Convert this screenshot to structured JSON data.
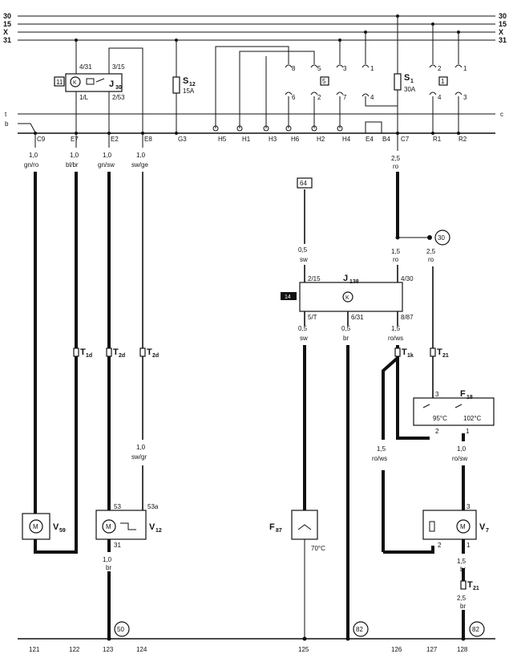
{
  "rails_top": [
    "30",
    "15",
    "X",
    "31"
  ],
  "rails_left": {
    "top": [
      "30",
      "15",
      "X",
      "31"
    ],
    "aux": [
      "t",
      "b"
    ]
  },
  "rail_aux_right": "c",
  "relay_j30": {
    "name": "J",
    "sub": "30",
    "slot": "11",
    "pins": [
      "4/31",
      "3/15",
      "1/L",
      "2/53"
    ]
  },
  "fuse_s12": {
    "name": "S",
    "sub": "12",
    "rating": "15A"
  },
  "fuse_s1": {
    "name": "S",
    "sub": "1",
    "rating": "30A"
  },
  "slot_5": "5",
  "slot_1": "1",
  "relay_contacts": [
    "8",
    "5",
    "3",
    "1",
    "6",
    "2",
    "7",
    "4",
    "2",
    "1",
    "4",
    "3"
  ],
  "bus_terminals": [
    "C9",
    "E7",
    "E2",
    "E8",
    "G3",
    "H5",
    "H1",
    "H3",
    "H6",
    "H2",
    "H4",
    "E4",
    "B4",
    "C7",
    "R1",
    "R2"
  ],
  "wires": {
    "c121": {
      "size": "1,0",
      "color": "gn/ro"
    },
    "c122": {
      "size": "1,0",
      "color": "bl/br"
    },
    "c123": {
      "size": "1,0",
      "color": "gn/sw"
    },
    "c124": {
      "size": "1,0",
      "color": "sw/ge"
    },
    "c124_lower": {
      "size": "1,0",
      "color": "sw/gr"
    },
    "c123_lower": {
      "size": "1,0",
      "color": "br"
    },
    "c126_top": {
      "size": "2,5",
      "color": "ro"
    },
    "c126_mid": {
      "size": "1,5",
      "color": "ro"
    },
    "c127_top": {
      "size": "2,5",
      "color": "ro"
    },
    "j138_in_left": {
      "size": "0,5",
      "color": "sw"
    },
    "j138_out_left": {
      "size": "0,5",
      "color": "sw"
    },
    "j138_out_mid": {
      "size": "0,5",
      "color": "br"
    },
    "j138_out_right": {
      "size": "1,5",
      "color": "ro/ws"
    },
    "c126_lower": {
      "size": "1,5",
      "color": "ro/ws"
    },
    "f18_out": {
      "size": "1,0",
      "color": "ro/sw"
    },
    "v7_out": {
      "size": "1,5",
      "color": "br"
    },
    "c128_lower": {
      "size": "2,5",
      "color": "br"
    }
  },
  "connectors": {
    "t1d": {
      "name": "T",
      "sub": "1d"
    },
    "t2d_a": {
      "name": "T",
      "sub": "2d"
    },
    "t2d_b": {
      "name": "T",
      "sub": "2d"
    },
    "t1k": {
      "name": "T",
      "sub": "1k"
    },
    "t21_a": {
      "name": "T",
      "sub": "21"
    },
    "t21_b": {
      "name": "T",
      "sub": "21"
    }
  },
  "box_64": "64",
  "ref_30": "30",
  "ref_50": "50",
  "ref_82_a": "82",
  "ref_82_b": "82",
  "j138": {
    "name": "J",
    "sub": "138",
    "tag": "14",
    "pins": [
      "2/15",
      "4/30",
      "5/T",
      "6/31",
      "8/87"
    ]
  },
  "f18": {
    "name": "F",
    "sub": "18",
    "pins": [
      "3",
      "2",
      "1"
    ],
    "t1": "95°C",
    "t2": "102°C"
  },
  "f87": {
    "name": "F",
    "sub": "87",
    "temp": "70°C"
  },
  "v59": {
    "name": "V",
    "sub": "59"
  },
  "v12": {
    "name": "V",
    "sub": "12",
    "pins": [
      "53",
      "53a",
      "31"
    ]
  },
  "v7": {
    "name": "V",
    "sub": "7",
    "pins": [
      "3",
      "2",
      "1"
    ]
  },
  "motor_symbol": "M",
  "k_symbol": "K",
  "bottom_numbers": [
    "121",
    "122",
    "123",
    "124",
    "125",
    "126",
    "127",
    "128"
  ]
}
